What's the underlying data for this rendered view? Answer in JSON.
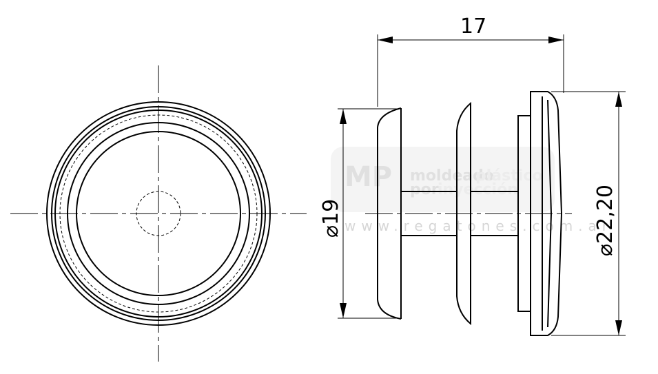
{
  "dimensions": {
    "length": "17",
    "diameter_small": "⌀19",
    "diameter_large": "⌀22,20"
  },
  "watermark": {
    "logo": "MP",
    "line1_a": "moldeado",
    "line1_b": "plástico",
    "line2_a": "por",
    "line2_b": "inyección",
    "url": "www.regatones.com.ar"
  }
}
